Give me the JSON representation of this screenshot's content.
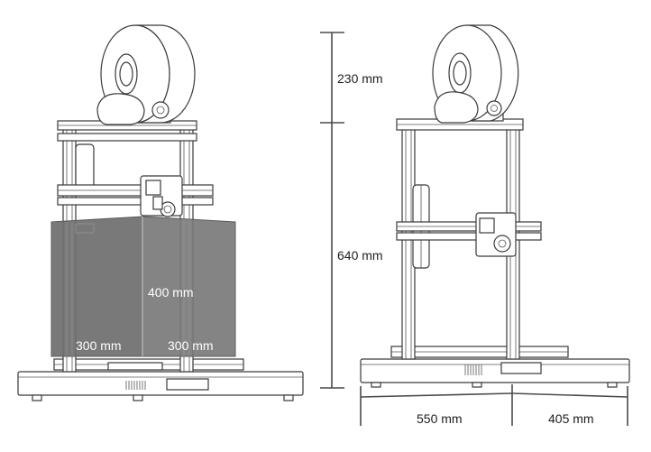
{
  "labels": {
    "build_height": "400 mm",
    "build_width": "300 mm",
    "build_depth": "300 mm",
    "height_top": "230 mm",
    "height_main": "640 mm",
    "base_width": "550 mm",
    "base_depth": "405 mm"
  }
}
